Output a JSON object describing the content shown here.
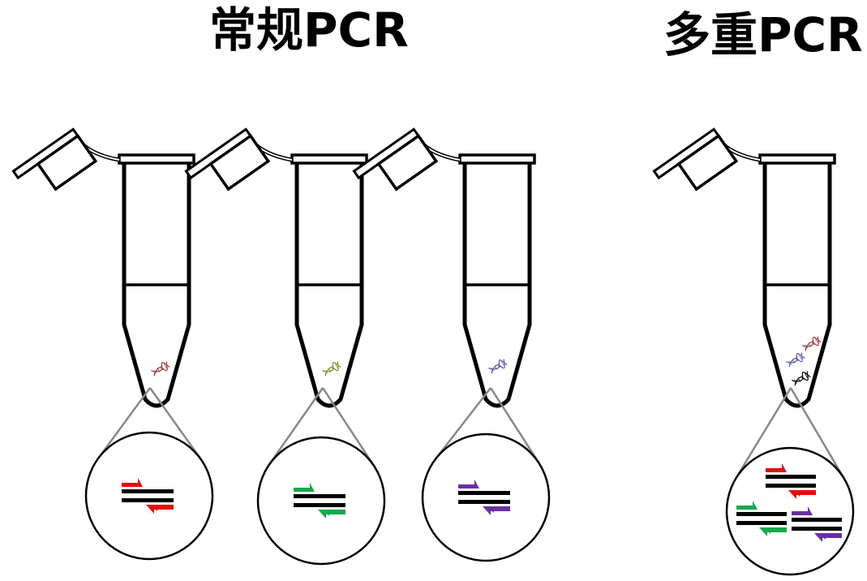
{
  "titles": {
    "conventional": "常规PCR",
    "multiplex": "多重PCR"
  },
  "colors": {
    "red": "#e50c0c",
    "green": "#17a94d",
    "purple": "#6b2fa2",
    "tube_stroke": "#000000",
    "callout_stroke": "#888888",
    "dna_red": "#9b3a3a",
    "dna_green": "#7b8f2e",
    "dna_purple": "#5a5aa8",
    "dna_black": "#000000"
  },
  "tubes": [
    {
      "group": "conventional",
      "primer_colors": [
        "red"
      ],
      "dna_colors": [
        "dna_red"
      ]
    },
    {
      "group": "conventional",
      "primer_colors": [
        "green"
      ],
      "dna_colors": [
        "dna_green"
      ]
    },
    {
      "group": "conventional",
      "primer_colors": [
        "purple"
      ],
      "dna_colors": [
        "dna_purple"
      ]
    },
    {
      "group": "multiplex",
      "primer_colors": [
        "red",
        "green",
        "purple"
      ],
      "dna_colors": [
        "dna_purple",
        "dna_red",
        "dna_black"
      ]
    }
  ],
  "icons": {
    "tube": "microcentrifuge-tube-icon",
    "dna": "dna-helix-icon",
    "primer": "primer-arrow-icon"
  }
}
